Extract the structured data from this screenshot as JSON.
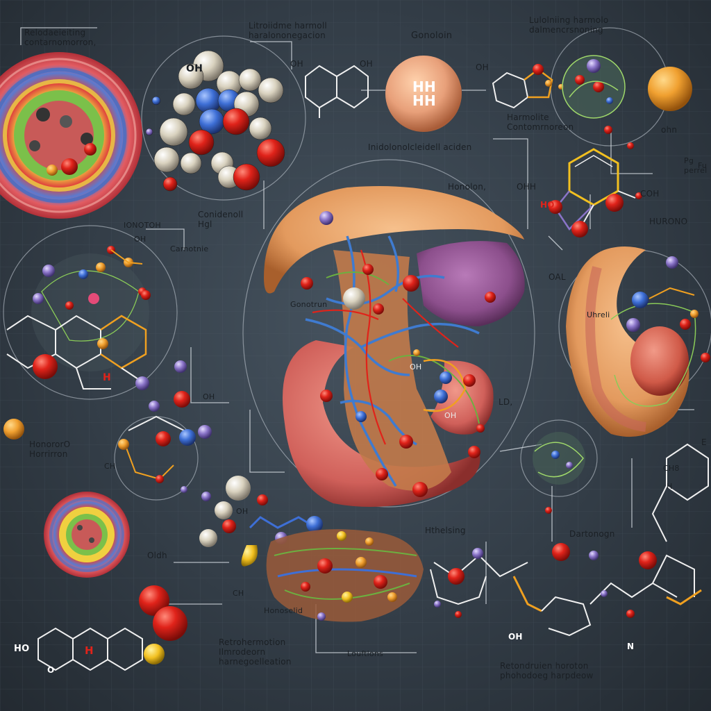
{
  "labels": {
    "top_left": "Relodaeieiting\ncontarnomorron,",
    "top_center_left": "Litroiidme harmoll\nharalononegacion",
    "top_center": "Gonoloin",
    "top_right": "Lulolniing harmolo\ndalmencrsnoning",
    "oh_top_left": "OH",
    "oh_top_hex": "OH",
    "oh_top_right": "OH",
    "ho_sphere_top": "HH\nHH",
    "hormone_conformation": "Harmolite\nContomrnoreon",
    "intermediate": "Inidolonolcleidell aciden",
    "honolon": "Honolon,",
    "oh_right_upper": "OH",
    "ohh": "OHH",
    "coh": "COH",
    "ho_left": "HO",
    "ohn_right": "ohn",
    "pg_right": "Pg\nperrel",
    "conformational": "Conidenoll\nHgl",
    "lonoton": "IONOTOH",
    "carnoine": "Carnotnie",
    "gonotrun": "Gonotrun",
    "oal": "OAL",
    "uhrel": "Uhreli",
    "horonoe": "HURONO",
    "oh_left_mid": "OH",
    "oh_mid": "OH",
    "oh_mid2": "OH",
    "ch_left": "CH",
    "hormone_left": "HonororO\nHorrirron",
    "oh_bl": "OH",
    "ld": "LD,",
    "hthelsing": "Hthelsing",
    "ohe": "OH",
    "olioh": "Oldh",
    "ch3": "CH",
    "hormonal_bottom": "Honoselid",
    "bottom_left_text": "Retrohermotion\nIlmrodeorn\nharnegoelleation",
    "bottom_center": "Louftlons",
    "dartonogn": "Dartonogn",
    "bottom_right_text": "Retondruien horoton\nphohodoeg harpdeow",
    "ho_bottom": "HO",
    "o_bottom": "O",
    "oh_bottom": "OH",
    "n_bottom": "N",
    "h_bottom": "H",
    "e_right": "E",
    "cha": "CH8",
    "h_right2": "H",
    "hi_right": "H",
    "fr_right": "Fu"
  },
  "colors": {
    "background_center": "#46535f",
    "background_edge": "#232a31",
    "organ_orange": "#e8a36a",
    "organ_pink": "#d8706a",
    "vessel_blue": "#3f7bd0",
    "atom_red": "#e0231a",
    "atom_cream": "#d9d2bf",
    "atom_blue": "#3e6fd6",
    "atom_orange": "#f0a030",
    "atom_purple": "#8a74c8",
    "bond_white": "#e8e8e8",
    "bond_orange": "#f0a020"
  }
}
